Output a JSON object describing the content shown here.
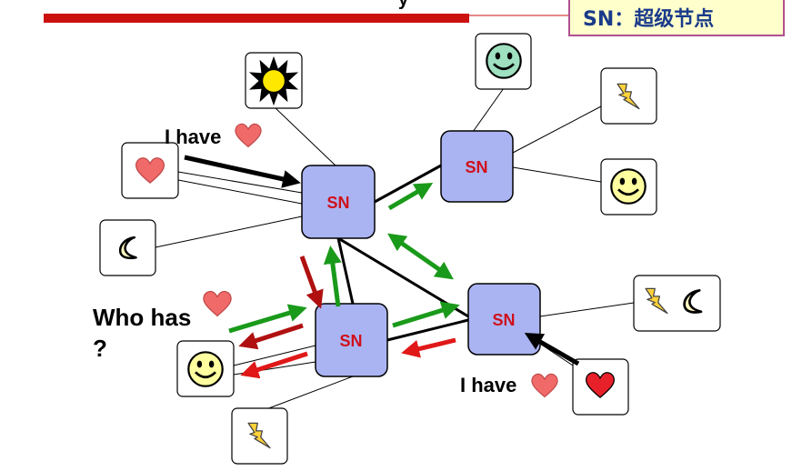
{
  "legend": {
    "text": "SN：超级节点"
  },
  "labels": {
    "i_have_top": "I have",
    "who_has_line1": "Who has",
    "who_has_line2": "?",
    "i_have_bottom": "I have"
  },
  "super_nodes": [
    {
      "id": "sn1",
      "label": "SN"
    },
    {
      "id": "sn2",
      "label": "SN"
    },
    {
      "id": "sn3",
      "label": "SN"
    },
    {
      "id": "sn4",
      "label": "SN"
    }
  ],
  "colors": {
    "sn_fill": "#aab4f2",
    "sn_text": "#d0101a",
    "green_arrow": "#1a9a1a",
    "red_arrow": "#e01818",
    "dark_red_arrow": "#b01010",
    "heart": "#f06a6a",
    "title_bar": "#cc1111",
    "legend_bg": "#ffffcc",
    "legend_text": "#1a3a8a"
  },
  "icons": [
    "sun-icon",
    "heart-icon",
    "moon-icon",
    "smiley-icon",
    "lightning-icon"
  ]
}
